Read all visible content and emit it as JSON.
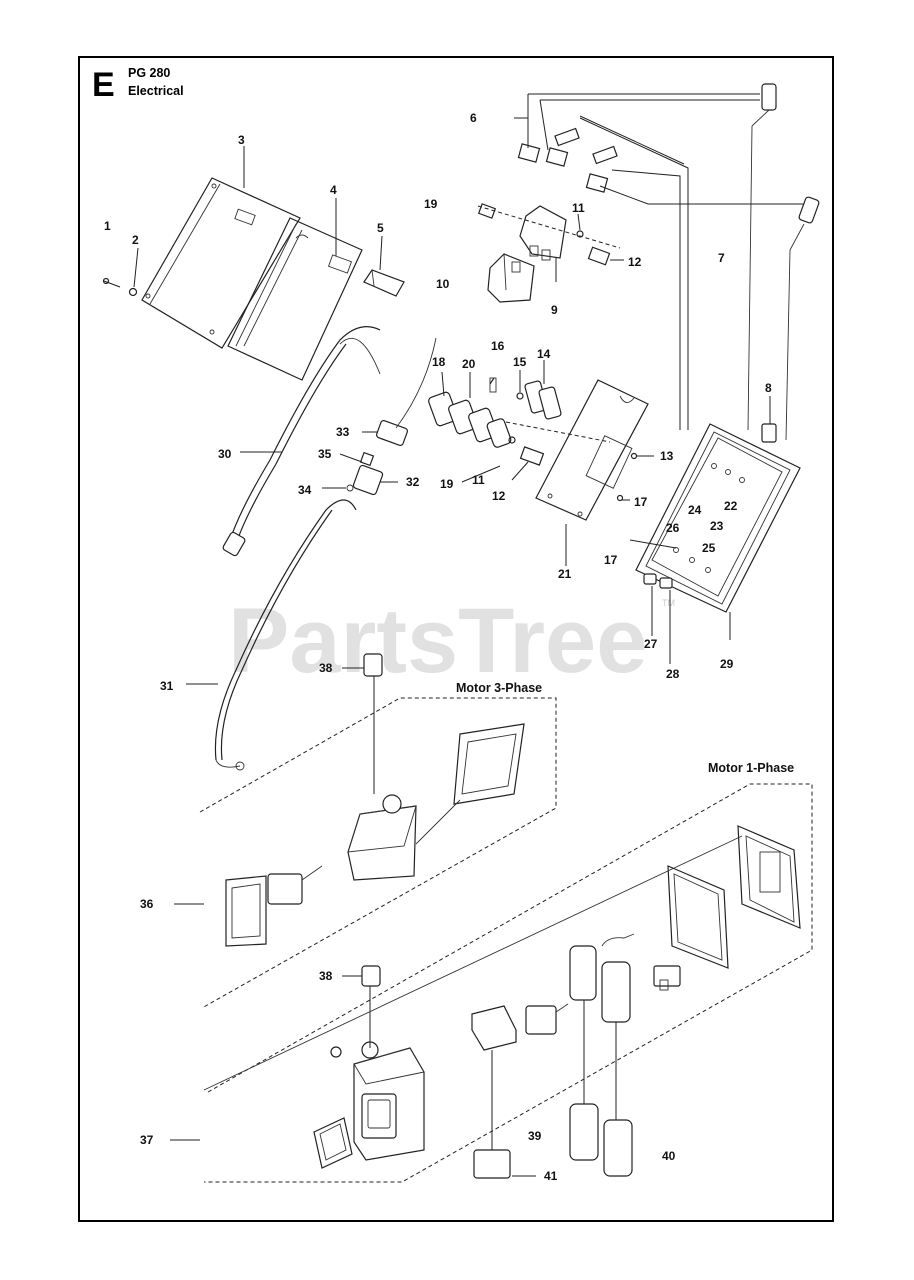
{
  "header": {
    "section_letter": "E",
    "model": "PG 280",
    "title": "Electrical"
  },
  "watermark": {
    "text": "PartsTree",
    "tm": "TM"
  },
  "sections": {
    "motor_3_phase": "Motor 3-Phase",
    "motor_1_phase": "Motor 1-Phase"
  },
  "callouts": [
    "1",
    "2",
    "3",
    "4",
    "5",
    "6",
    "7",
    "8",
    "9",
    "10",
    "11",
    "11",
    "12",
    "12",
    "13",
    "14",
    "15",
    "16",
    "17",
    "17",
    "18",
    "19",
    "19",
    "20",
    "21",
    "22",
    "23",
    "24",
    "25",
    "26",
    "27",
    "28",
    "29",
    "30",
    "31",
    "32",
    "33",
    "34",
    "35",
    "36",
    "37",
    "38",
    "38",
    "39",
    "40",
    "41"
  ],
  "colors": {
    "ink": "#222222",
    "watermark": "#c9c9c9",
    "background": "#ffffff"
  }
}
